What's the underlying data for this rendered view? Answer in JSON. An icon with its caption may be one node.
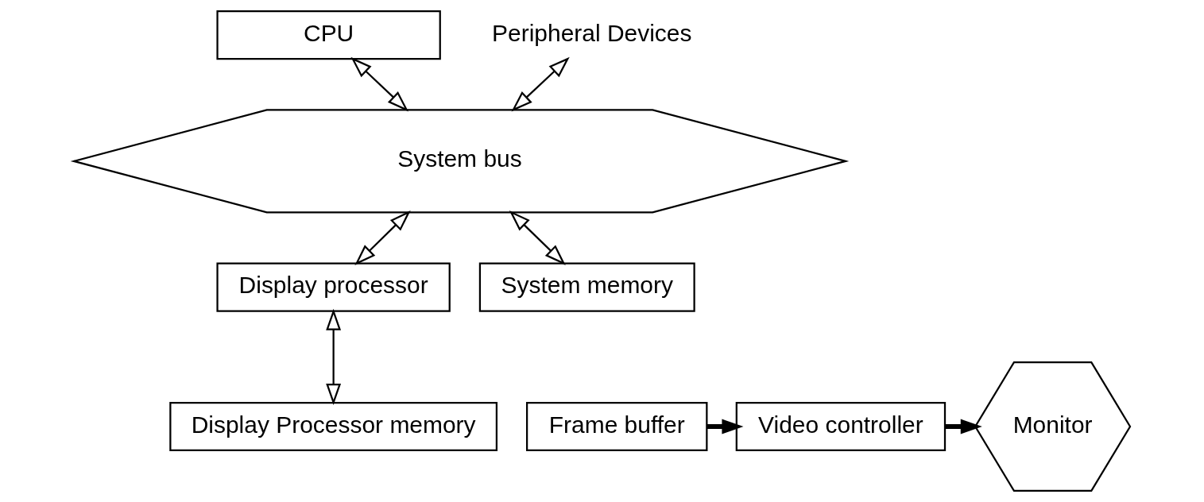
{
  "diagram": {
    "nodes": [
      {
        "text": [
          "CPU"
        ]
      },
      {
        "text": [
          "Peripheral Devices"
        ]
      },
      {
        "text": [
          "System bus"
        ]
      },
      {
        "text": [
          "Display processor"
        ]
      },
      {
        "text": [
          "System memory"
        ]
      },
      {
        "text": [
          "Display Processor memory"
        ]
      },
      {
        "text": [
          "Frame buffer"
        ]
      },
      {
        "text": [
          "Video controller"
        ]
      },
      {
        "text": [
          "Monitor"
        ]
      }
    ],
    "edges": [
      {
        "from": 0,
        "to": 2,
        "arrow": "both"
      },
      {
        "from": 1,
        "to": 2,
        "arrow": "both"
      },
      {
        "from": 2,
        "to": 3,
        "arrow": "both"
      },
      {
        "from": 2,
        "to": 4,
        "arrow": "both"
      },
      {
        "from": 3,
        "to": 5,
        "arrow": "both"
      },
      {
        "from": 6,
        "to": 7,
        "arrow": "to",
        "style": "thick"
      },
      {
        "from": 7,
        "to": 8,
        "arrow": "to",
        "style": "thick"
      }
    ]
  }
}
